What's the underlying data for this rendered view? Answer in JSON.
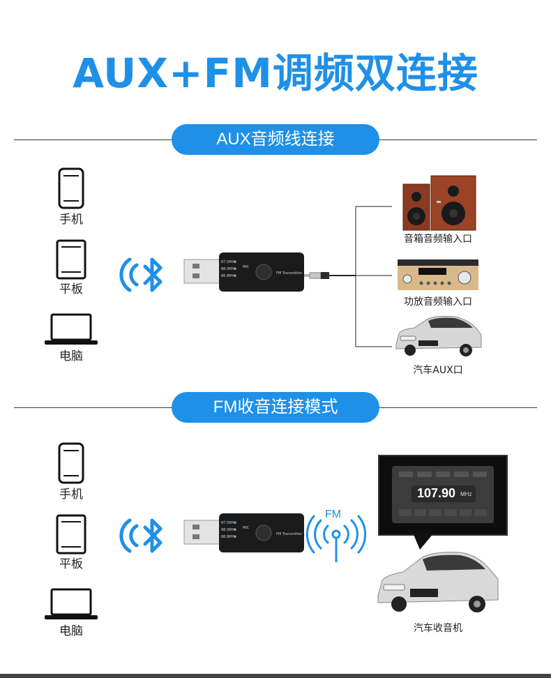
{
  "title": "AUX+FM调频双连接",
  "section_aux": {
    "label": "AUX音频线连接",
    "devices": [
      "手机",
      "平板",
      "电脑"
    ],
    "outputs": [
      "音箱音频输入口",
      "功放音频输入口",
      "汽车AUX口"
    ]
  },
  "section_fm": {
    "label": "FM收音连接模式",
    "devices": [
      "手机",
      "平板",
      "电脑"
    ],
    "fm_label": "FM",
    "radio_frequency": "107.90",
    "radio_unit": "MHz",
    "output": "汽车收音机"
  },
  "dongle": {
    "freq_lines": [
      "87.5MHz",
      "88.0MHz",
      "88.8MHz"
    ],
    "mic_label": "MIC",
    "brand_text": "FM Transmitter"
  },
  "colors": {
    "accent": "#1e90e8",
    "dongle": "#1b1b1b",
    "wave": "#1e90e8"
  },
  "icons": [
    "phone-icon",
    "tablet-icon",
    "laptop-icon",
    "bluetooth-icon",
    "fm-broadcast-icon",
    "speaker-icon",
    "amplifier-icon",
    "car-icon"
  ]
}
